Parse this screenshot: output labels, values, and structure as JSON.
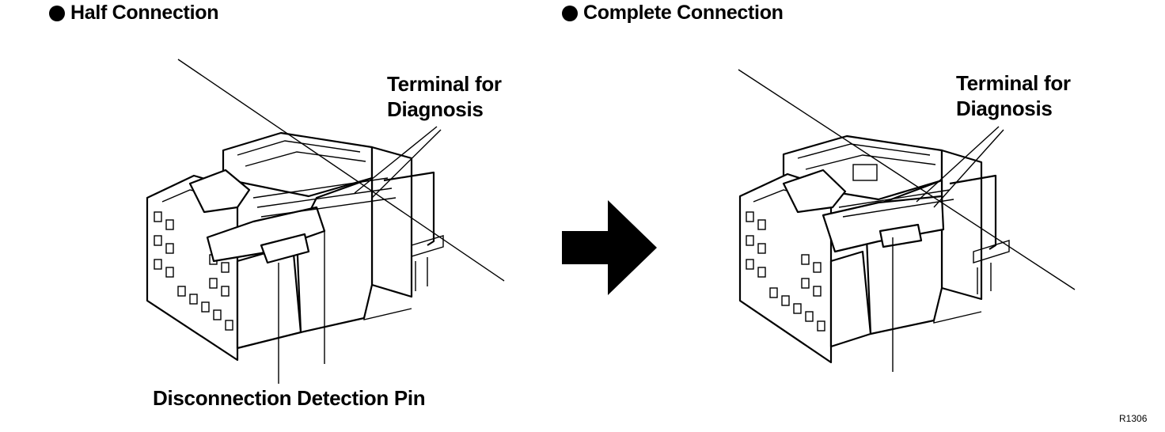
{
  "headings": {
    "half": "Half Connection",
    "complete": "Complete Connection"
  },
  "callouts": {
    "terminal_half_line1": "Terminal for",
    "terminal_half_line2": "Diagnosis",
    "terminal_complete_line1": "Terminal for",
    "terminal_complete_line2": "Diagnosis",
    "detection_pin": "Disconnection Detection Pin"
  },
  "figure_ref": "R1306",
  "icons": [
    "bullet-icon",
    "right-arrow-icon"
  ]
}
